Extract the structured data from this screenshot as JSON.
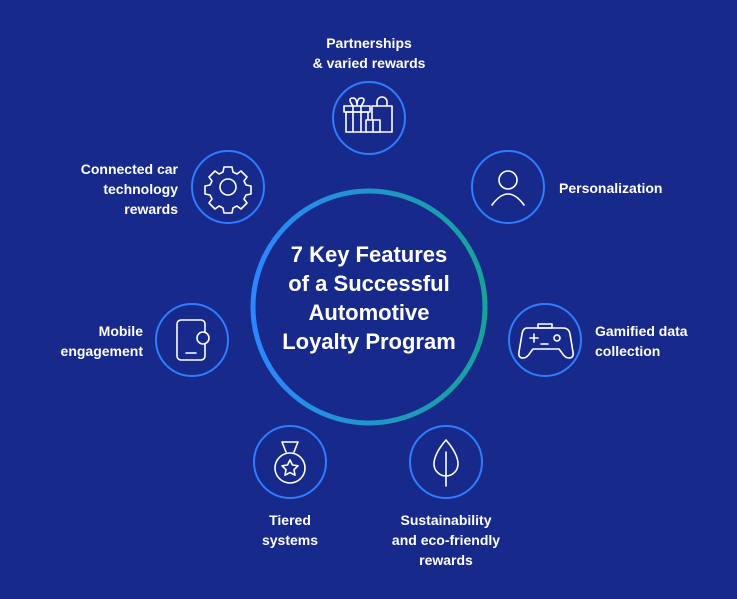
{
  "title": {
    "lines": [
      "7 Key Features",
      "of a Successful",
      "Automotive",
      "Loyalty Program"
    ]
  },
  "colors": {
    "background": "#172a8c",
    "circle_stroke": "#2f7cff",
    "ring_start": "#2b86ff",
    "ring_end": "#17a399"
  },
  "features": [
    {
      "icon": "gift-bags-icon",
      "lines": [
        "Partnerships",
        "& varied rewards"
      ]
    },
    {
      "icon": "person-icon",
      "lines": [
        "Personalization"
      ]
    },
    {
      "icon": "gamepad-icon",
      "lines": [
        "Gamified data",
        "collection"
      ]
    },
    {
      "icon": "leaf-icon",
      "lines": [
        "Sustainability",
        "and eco-friendly",
        "rewards"
      ]
    },
    {
      "icon": "medal-icon",
      "lines": [
        "Tiered",
        "systems"
      ]
    },
    {
      "icon": "mobile-icon",
      "lines": [
        "Mobile",
        "engagement"
      ]
    },
    {
      "icon": "gear-icon",
      "lines": [
        "Connected car",
        "technology",
        "rewards"
      ]
    }
  ]
}
